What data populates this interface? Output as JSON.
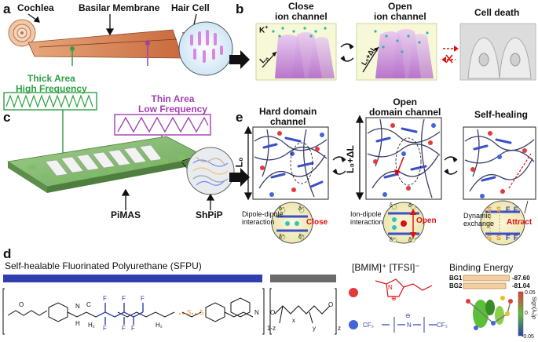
{
  "panels": {
    "a": "a",
    "b": "b",
    "c": "c",
    "d": "d",
    "e": "e"
  },
  "panel_a": {
    "cochlea": "Cochlea",
    "basilar": "Basilar Membrane",
    "hair_cell": "Hair Cell",
    "thick_line1": "Thick Area",
    "thick_line2": "High Frequency",
    "thin_line1": "Thin Area",
    "thin_line2": "Low Frequency"
  },
  "panel_b": {
    "close_line1": "Close",
    "close_line2": "ion channel",
    "open_line1": "Open",
    "open_line2": "ion channel",
    "death": "Cell death",
    "k_ion": "K",
    "k_sup": "+",
    "l0": "L",
    "l0_sub": "0",
    "l_delta": "L₀+ΔL"
  },
  "panel_c": {
    "pimas": "PiMAS",
    "shpip": "ShPiP"
  },
  "panel_e": {
    "hard_line1": "Hard domain",
    "hard_line2": "channel",
    "open_line1": "Open",
    "open_line2": "domain channel",
    "heal": "Self-healing",
    "l0": "L₀",
    "l_delta": "L₀+ΔL",
    "dd_line1": "Dipole-dipole",
    "dd_line2": "interaction",
    "close": "Close",
    "id_line1": "Ion-dipole",
    "id_line2": "interaction",
    "open": "Open",
    "dyn_line1": "Dynamic",
    "dyn_line2": "exchange",
    "attract": "Attract",
    "delta_neg": "δ⁻",
    "delta_pos": "δ⁺",
    "S": "S",
    "F": "F"
  },
  "panel_d": {
    "sfpu_title": "Self-healable Fluorinated Polyurethane (SFPU)",
    "ionic_label": "[BMIM]⁺ [TFSI]⁻",
    "binding_title": "Binding Energy",
    "bg1_label": "BG1",
    "bg1_value": "-87.60",
    "bg2_label": "BG2",
    "bg2_value": "-81.04",
    "axis_label": "Sign(λ₂)ρ",
    "axis_max": "0.05",
    "axis_mid": "0",
    "axis_min": "-0.05",
    "sub_1z": "1-z",
    "sub_z": "z",
    "sub_x": "x",
    "sub_y": "y",
    "chem_F": "F",
    "chem_O": "O",
    "chem_N": "N",
    "chem_H": "H",
    "chem_S": "S",
    "chem_C": "C",
    "chem_H2": "H₂",
    "chem_CF3": "CF₃",
    "tfsi_N": "N",
    "minus": "⊖",
    "plus": "⊕"
  },
  "binding_energy": {
    "values": [
      -87.6,
      -81.04
    ],
    "range": [
      -90,
      0
    ]
  },
  "colors": {
    "green": "#2ea043",
    "purple": "#a23fb0",
    "blue": "#3a50c8",
    "red": "#d11",
    "sfpu_bar": "#2f3fae",
    "grey_bar": "#6a6a6a"
  }
}
